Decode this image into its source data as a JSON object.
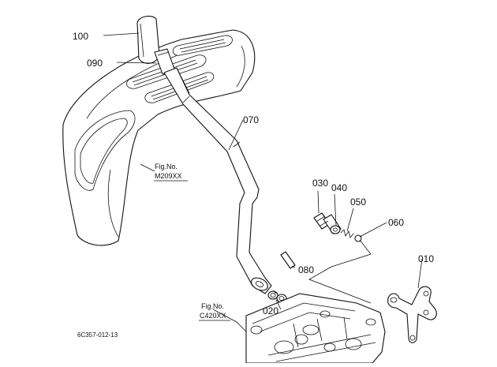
{
  "parts": [
    {
      "number": "100"
    },
    {
      "number": "090"
    },
    {
      "number": "070"
    },
    {
      "number": "030"
    },
    {
      "number": "040"
    },
    {
      "number": "050"
    },
    {
      "number": "060"
    },
    {
      "number": "010"
    },
    {
      "number": "080"
    },
    {
      "number": "020"
    }
  ],
  "references": [
    {
      "label": "Fig.No.",
      "code": "M209XX"
    },
    {
      "label": "Fig.No.",
      "code": "C420XX"
    }
  ],
  "drawing_code": "6C357-012-13"
}
